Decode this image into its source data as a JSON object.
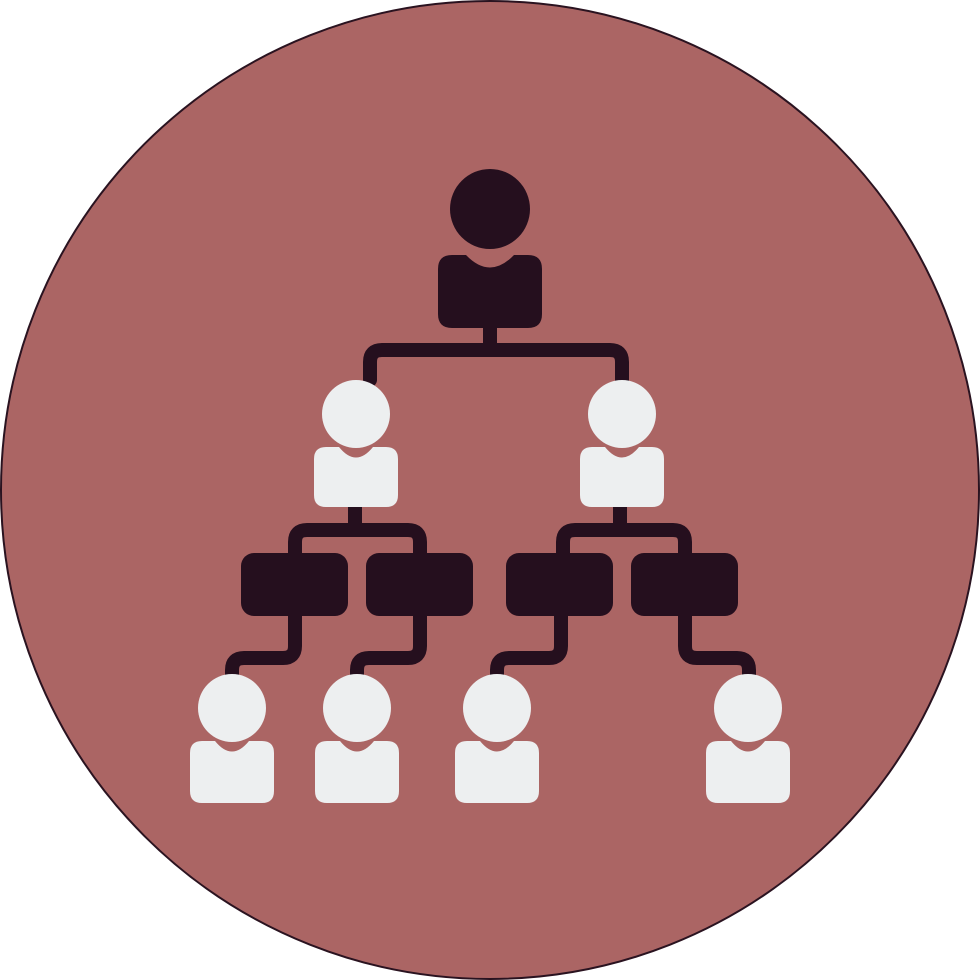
{
  "icon": {
    "name": "organization-hierarchy-icon",
    "colors": {
      "background_circle": "#ab6564",
      "circle_outline": "#2a1320",
      "dark": "#250f1e",
      "light": "#edeff0"
    },
    "nodes": [
      {
        "id": "top-manager",
        "tone": "dark",
        "type": "person"
      },
      {
        "id": "mid-manager-left",
        "tone": "light",
        "type": "person"
      },
      {
        "id": "mid-manager-right",
        "tone": "light",
        "type": "person"
      },
      {
        "id": "team-block-1",
        "tone": "dark",
        "type": "block"
      },
      {
        "id": "team-block-2",
        "tone": "dark",
        "type": "block"
      },
      {
        "id": "team-block-3",
        "tone": "dark",
        "type": "block"
      },
      {
        "id": "team-block-4",
        "tone": "dark",
        "type": "block"
      },
      {
        "id": "employee-1",
        "tone": "light",
        "type": "person"
      },
      {
        "id": "employee-2",
        "tone": "light",
        "type": "person"
      },
      {
        "id": "employee-3",
        "tone": "light",
        "type": "person"
      },
      {
        "id": "employee-4",
        "tone": "light",
        "type": "person"
      }
    ]
  }
}
